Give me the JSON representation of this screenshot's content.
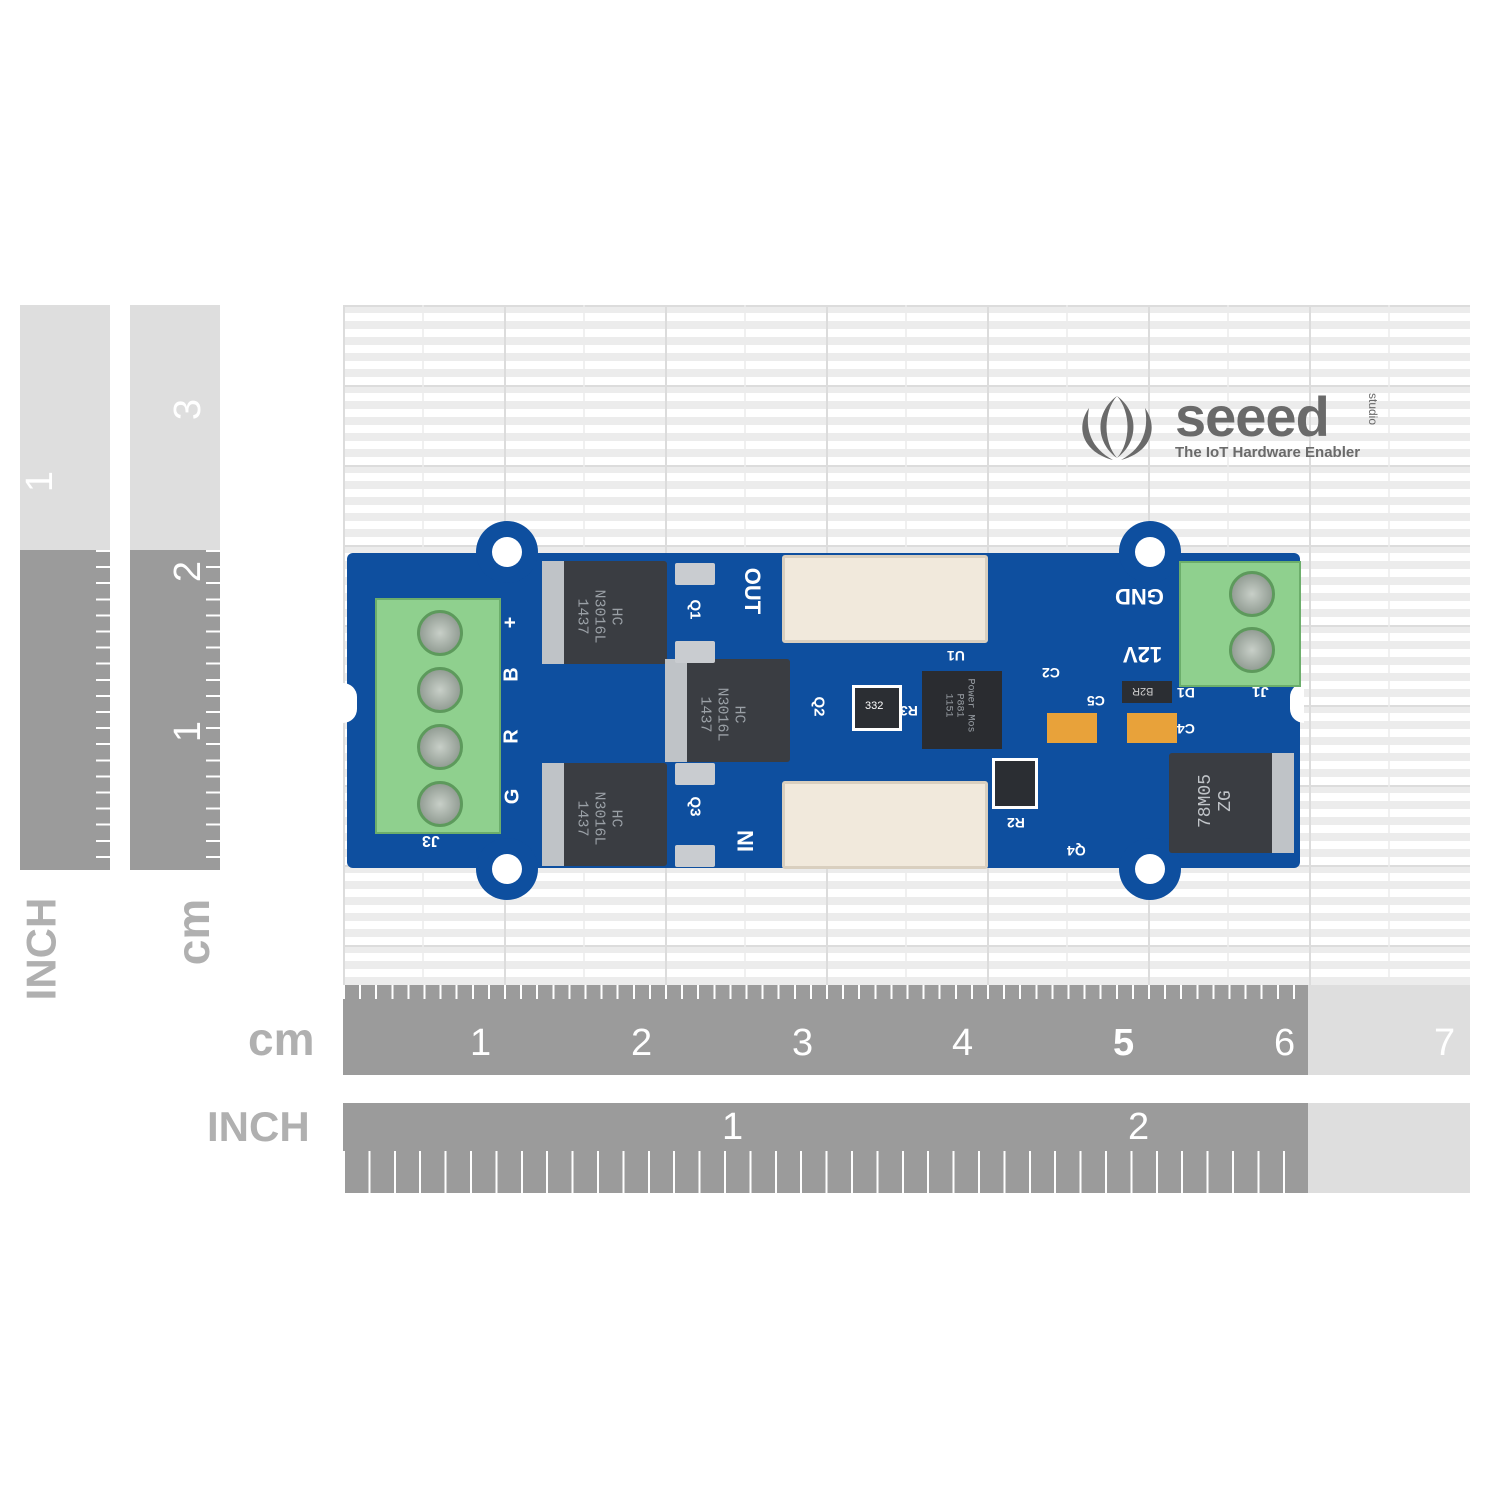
{
  "logo": {
    "brand": "seeed",
    "sub": "studio",
    "tagline": "The IoT Hardware Enabler"
  },
  "rulers": {
    "horizontal_cm": {
      "unit": "cm",
      "numbers": [
        "1",
        "2",
        "3",
        "4",
        "5",
        "6",
        "7"
      ]
    },
    "horizontal_inch": {
      "unit": "INCH",
      "numbers": [
        "1",
        "2"
      ]
    },
    "vertical_inch": {
      "unit": "INCH",
      "numbers": [
        "1"
      ]
    },
    "vertical_cm": {
      "unit": "cm",
      "numbers": [
        "3",
        "2",
        "1"
      ]
    }
  },
  "board": {
    "left_terminal": {
      "label": "J3",
      "pins": [
        "+",
        "B",
        "R",
        "G"
      ]
    },
    "right_terminal": {
      "label": "J1",
      "pins": [
        "GND",
        "12V"
      ]
    },
    "mosfets": [
      {
        "ref": "Q1",
        "marking": "HC\nN3016L\n1437"
      },
      {
        "ref": "Q2",
        "marking": "HC\nN3016L\n1437"
      },
      {
        "ref": "Q3",
        "marking": "HC\nN3016L\n1437"
      }
    ],
    "connectors": {
      "out": "OUT",
      "in": "IN"
    },
    "refs": [
      "U1",
      "R3",
      "C2",
      "C5",
      "D1",
      "C4",
      "R2",
      "Q4"
    ],
    "resistor_marking": "332",
    "diode_marking": "B2R",
    "ic_marking": "Power Mos\nP881\n1151",
    "regulator_marking": "78M05\nZG"
  }
}
